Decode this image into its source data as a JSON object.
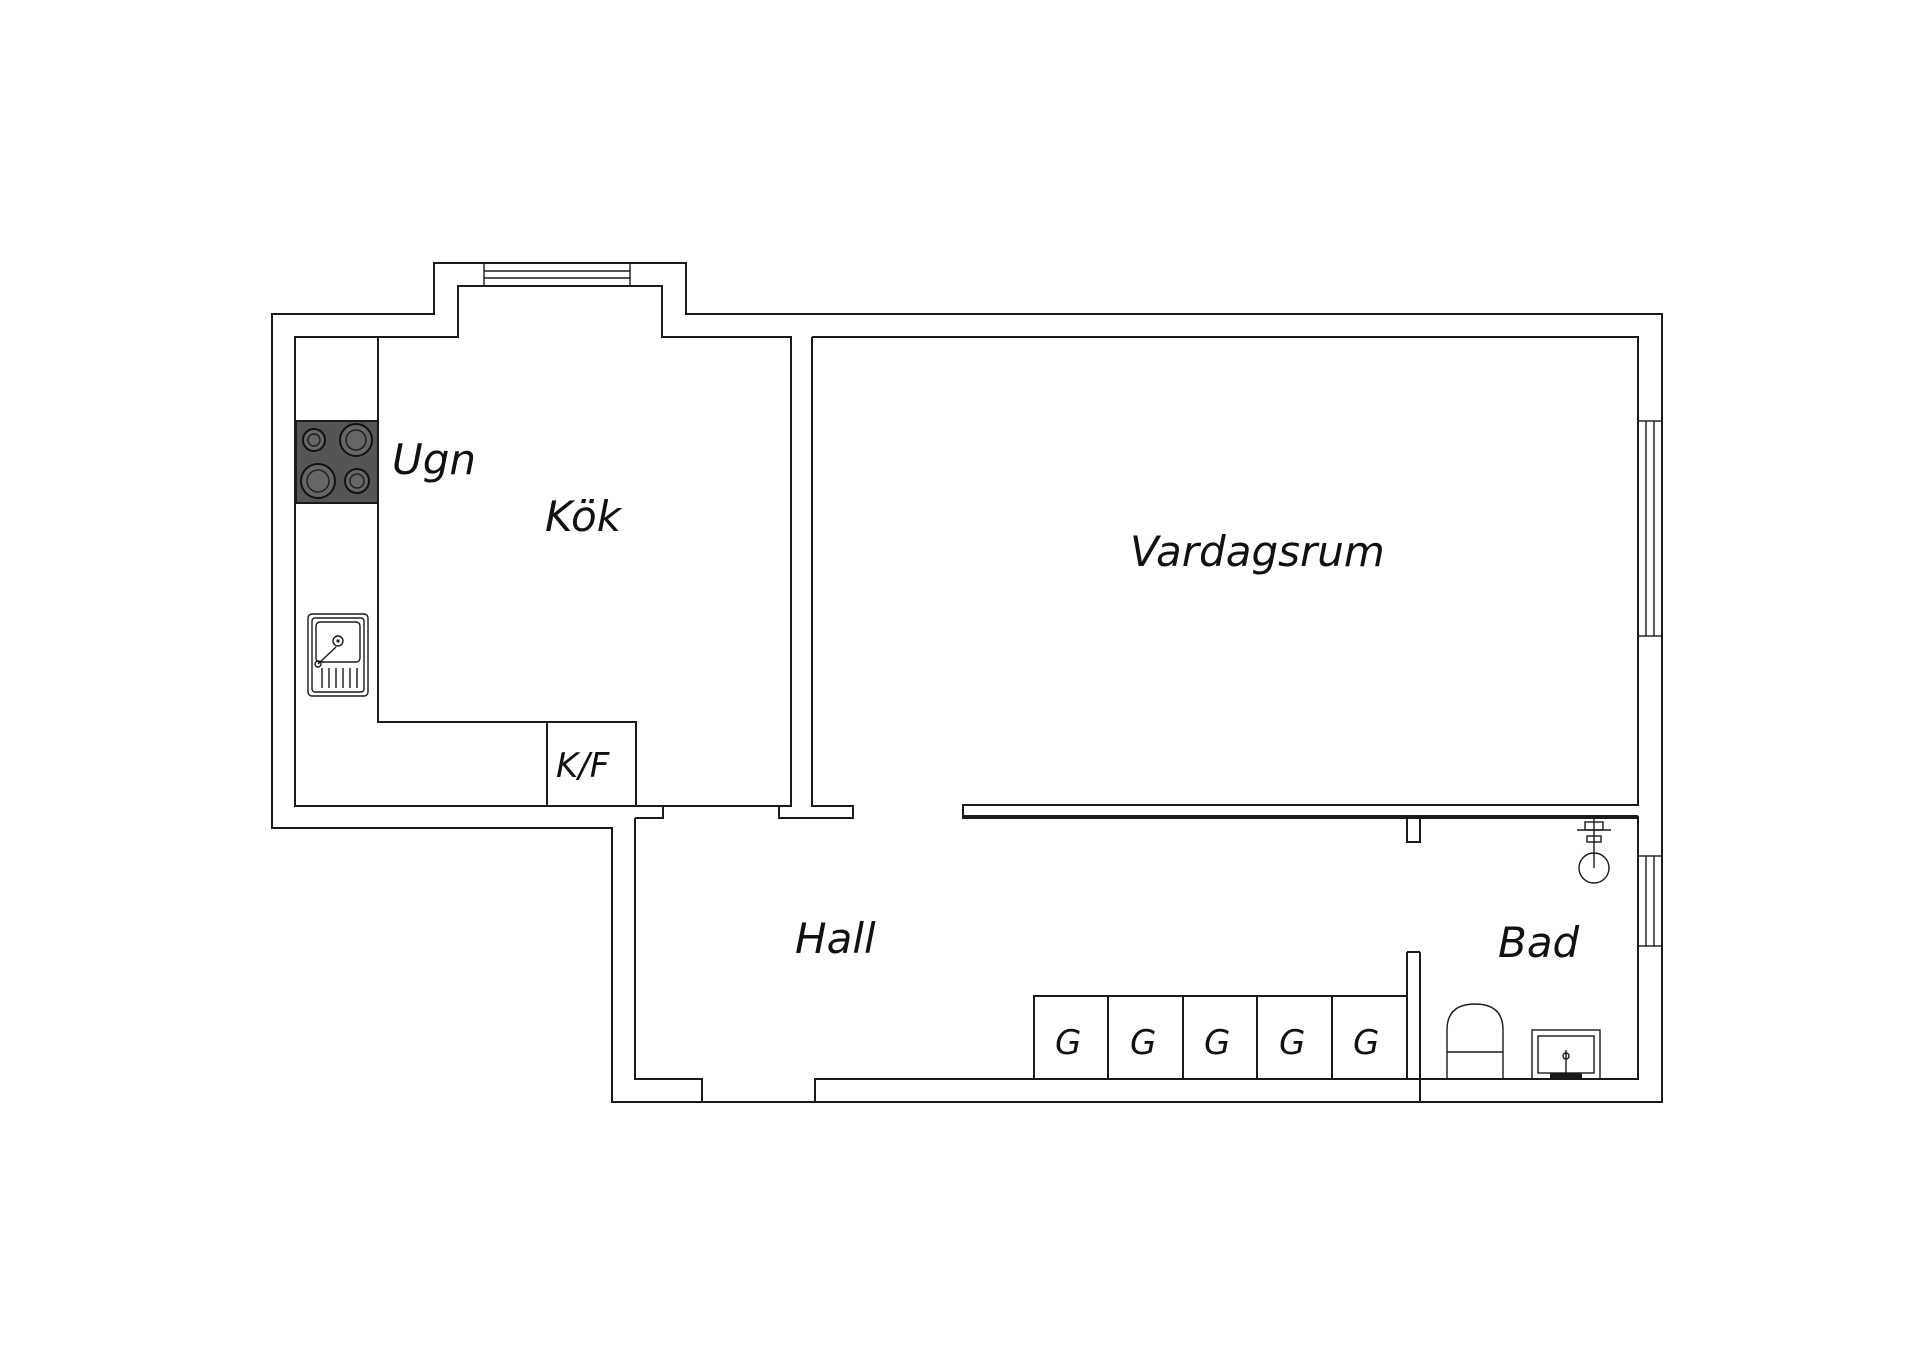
{
  "rooms": {
    "kitchen": "Kök",
    "living_room": "Vardagsrum",
    "hall": "Hall",
    "bathroom": "Bad"
  },
  "fixtures": {
    "oven": "Ugn",
    "fridge_freezer": "K/F",
    "wardrobe": "G"
  },
  "icons": {
    "stove": "stove-icon",
    "sink": "kitchen-sink-icon",
    "toilet": "toilet-icon",
    "washbasin": "washbasin-icon",
    "shower": "shower-icon",
    "window": "window-icon"
  },
  "colors": {
    "wall_stroke": "#1a1a1a",
    "stove_fill": "#555555",
    "background": "#ffffff"
  }
}
